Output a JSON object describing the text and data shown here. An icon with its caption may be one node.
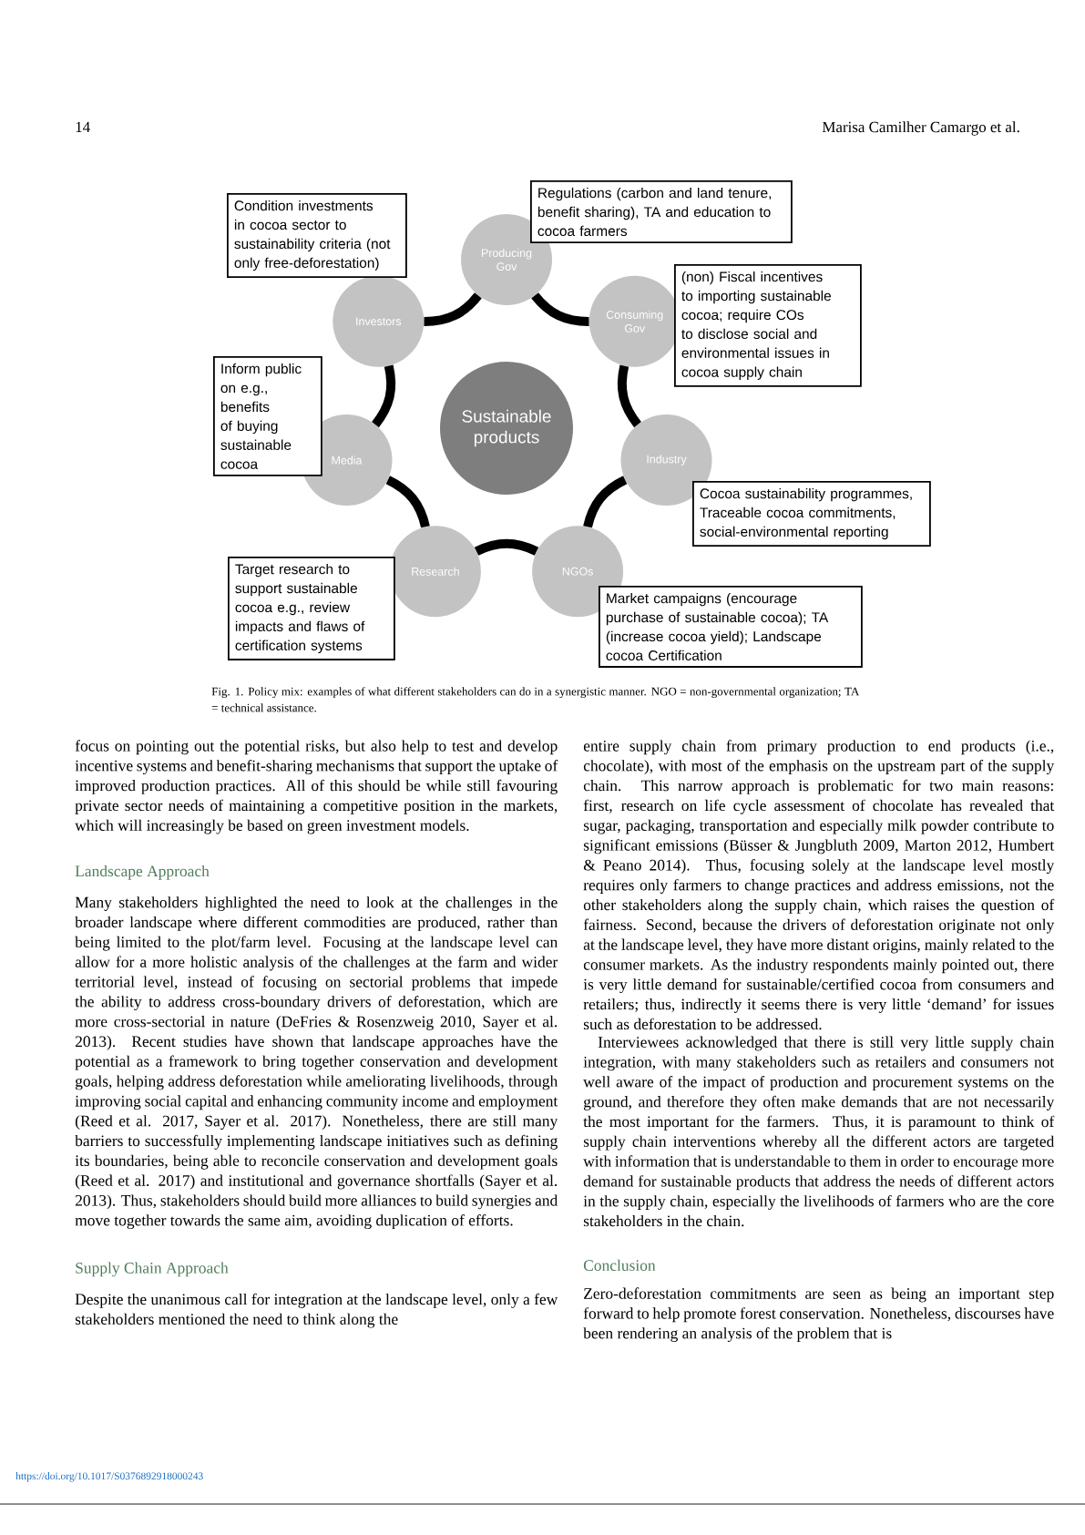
{
  "diagram": {
    "caption": "Fig. 1. Policy mix: examples of what different stakeholders can do in a synergistic manner. NGO = non-governmental organization; TA = technical assistance.",
    "nodes": [
      {
        "text": [
          "Producing Gov"
        ]
      },
      {
        "text": [
          "Consuming Gov"
        ]
      },
      {
        "text": [
          "Industry"
        ]
      },
      {
        "text": [
          "NGOs"
        ]
      },
      {
        "text": [
          "Research"
        ]
      },
      {
        "text": [
          "Media"
        ]
      },
      {
        "text": [
          "Investors"
        ]
      },
      {
        "text": [
          "Sustainable products"
        ]
      },
      {
        "text": [
          "Regulations (carbon and land tenure, benefit sharing), TA and education to cocoa farmers"
        ]
      },
      {
        "text": [
          "(non) Fiscal incentives to importing sustainable cocoa; require COs to disclose social and environmental issues in cocoa supply chain"
        ]
      },
      {
        "text": [
          "Cocoa sustainability programmes, Traceable cocoa commitments, social-environmental reporting"
        ]
      },
      {
        "text": [
          "Market campaigns (encourage purchase of sustainable cocoa); TA (increase cocoa yield); Landscape cocoa Certification"
        ]
      },
      {
        "text": [
          "Target research to support sustainable cocoa e.g., review impacts and flaws of certification systems"
        ]
      },
      {
        "text": [
          "Inform public on e.g., benefits of buying sustainable cocoa"
        ]
      },
      {
        "text": [
          "Condition investments in cocoa sector to sustainability criteria (not only free-deforestation)"
        ]
      }
    ],
    "edges": [
      {
        "from": 0,
        "to": 1,
        "arrow": "none"
      },
      {
        "from": 1,
        "to": 2,
        "arrow": "none"
      },
      {
        "from": 2,
        "to": 3,
        "arrow": "none"
      },
      {
        "from": 3,
        "to": 4,
        "arrow": "none"
      },
      {
        "from": 4,
        "to": 5,
        "arrow": "none"
      },
      {
        "from": 5,
        "to": 6,
        "arrow": "none"
      },
      {
        "from": 6,
        "to": 0,
        "arrow": "none"
      }
    ],
    "labels": [
      "14",
      "Marisa Camilher Camargo et al.",
      "focus on pointing out the potential risks, but also help to test and develop incentive systems and benefit-sharing mechanisms that support the uptake of improved production practices. All of this should be while still favouring private sector needs of maintaining a competitive position in the markets, which will increasingly be based on green investment models.",
      "Landscape Approach",
      "Many stakeholders highlighted the need to look at the challenges in the broader landscape where different commodities are produced, rather than being limited to the plot/farm level. Focusing at the landscape level can allow for a more holistic analysis of the challenges at the farm and wider territorial level, instead of focusing on sectorial problems that impede the ability to address cross-boundary drivers of deforestation, which are more cross-sectorial in nature (DeFries & Rosenzweig 2010, Sayer et al. 2013). Recent studies have shown that landscape approaches have the potential as a framework to bring together conservation and development goals, helping address deforestation while ameliorating livelihoods, through improving social capital and enhancing community income and employment (Reed et al. 2017, Sayer et al. 2017). Nonetheless, there are still many barriers to successfully implementing landscape initiatives such as defining its boundaries, being able to reconcile conservation and development goals (Reed et al. 2017) and institutional and governance shortfalls (Sayer et al. 2013). Thus, stakeholders should build more alliances to build synergies and move together towards the same aim, avoiding duplication of efforts.",
      "Supply Chain Approach",
      "Despite the unanimous call for integration at the landscape level, only a few stakeholders mentioned the need to think along the",
      "entire supply chain from primary production to end products (i.e., chocolate), with most of the emphasis on the upstream part of the supply chain. This narrow approach is problematic for two main reasons: first, research on life cycle assessment of chocolate has revealed that sugar, packaging, transportation and especially milk powder contribute to significant emissions (Büsser & Jungbluth 2009, Marton 2012, Humbert & Peano 2014). Thus, focusing solely at the landscape level mostly requires only farmers to change practices and address emissions, not the other stakeholders along the supply chain, which raises the question of fairness. Second, because the drivers of deforestation originate not only at the landscape level, they have more distant origins, mainly related to the consumer markets. As the industry respondents mainly pointed out, there is very little demand for sustainable/certified cocoa from consumers and retailers; thus, indirectly it seems there is very little ‘demand’ for issues such as deforestation to be addressed.",
      "Interviewees acknowledged that there is still very little supply chain integration, with many stakeholders such as retailers and consumers not well aware of the impact of production and procurement systems on the ground, and therefore they often make demands that are not necessarily the most important for the farmers. Thus, it is paramount to think of supply chain interventions whereby all the different actors are targeted with information that is understandable to them in order to encourage more demand for sustainable products that address the needs of different actors in the supply chain, especially the livelihoods of farmers who are the core stakeholders in the chain.",
      "Conclusion",
      "Zero-deforestation commitments are seen as being an important step forward to help promote forest conservation. Nonetheless, discourses have been rendering an analysis of the problem that is",
      "https://doi.org/10.1017/S0376892918000243"
    ]
  }
}
